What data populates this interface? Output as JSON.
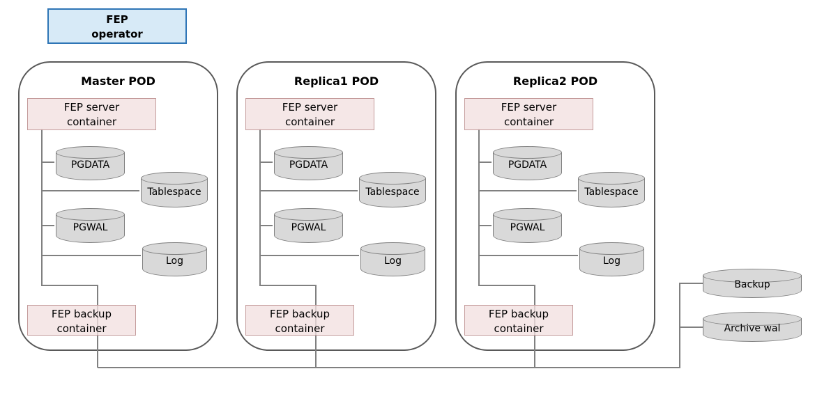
{
  "operator": {
    "lines": [
      "FEP",
      "operator"
    ]
  },
  "pods": [
    {
      "title": "Master POD",
      "server_container": {
        "lines": [
          "FEP server",
          "container"
        ]
      },
      "backup_container": {
        "lines": [
          "FEP backup",
          "container"
        ]
      },
      "volumes": {
        "pgdata": "PGDATA",
        "tablespace": "Tablespace",
        "pgwal": "PGWAL",
        "log": "Log"
      }
    },
    {
      "title": "Replica1 POD",
      "server_container": {
        "lines": [
          "FEP server",
          "container"
        ]
      },
      "backup_container": {
        "lines": [
          "FEP backup",
          "container"
        ]
      },
      "volumes": {
        "pgdata": "PGDATA",
        "tablespace": "Tablespace",
        "pgwal": "PGWAL",
        "log": "Log"
      }
    },
    {
      "title": "Replica2 POD",
      "server_container": {
        "lines": [
          "FEP server",
          "container"
        ]
      },
      "backup_container": {
        "lines": [
          "FEP backup",
          "container"
        ]
      },
      "volumes": {
        "pgdata": "PGDATA",
        "tablespace": "Tablespace",
        "pgwal": "PGWAL",
        "log": "Log"
      }
    }
  ],
  "external": {
    "backup": "Backup",
    "archive_wal": "Archive wal"
  },
  "colors": {
    "operator_fill": "#d7eaf7",
    "operator_border": "#2e75b6",
    "container_fill": "#f2e0e0",
    "container_border": "#c49b9b",
    "cylinder_fill": "#d9d9d9",
    "cylinder_border": "#7f7f7f",
    "pod_border": "#595959",
    "connector_line": "#808080"
  }
}
